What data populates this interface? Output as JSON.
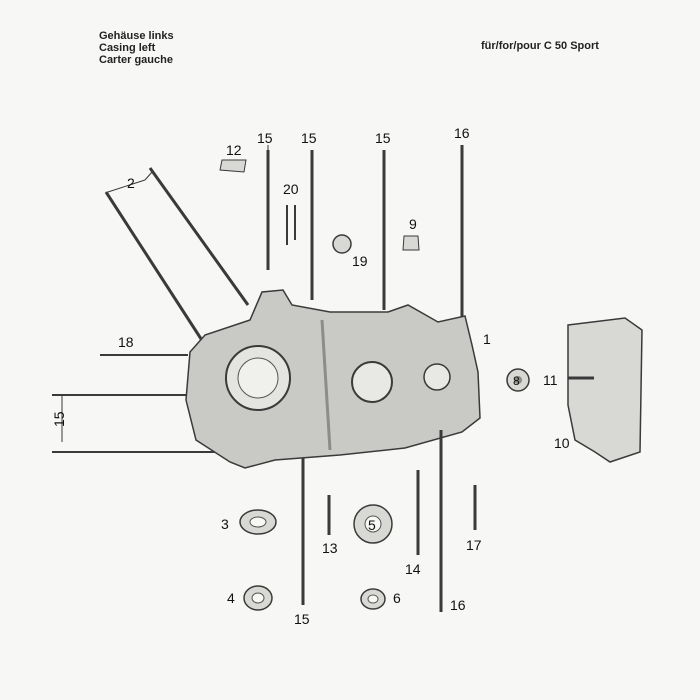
{
  "header": {
    "title_lines": [
      "Gehäuse links",
      "Casing left",
      "Carter gauche"
    ],
    "model": "für/for/pour C 50 Sport"
  },
  "callouts": {
    "c1": "1",
    "c2": "2",
    "c3": "3",
    "c4": "4",
    "c5": "5",
    "c6": "6",
    "c8": "8",
    "c9": "9",
    "c10": "10",
    "c11": "11",
    "c12": "12",
    "c13": "13",
    "c14": "14",
    "c15a": "15",
    "c15b": "15",
    "c15c": "15",
    "c15d": "15",
    "c15e": "15",
    "c16a": "16",
    "c16b": "16",
    "c17": "17",
    "c18": "18",
    "c19": "19",
    "c20": "20"
  },
  "colors": {
    "line": "#3a3a3a",
    "casing_fill": "#c9c9c6",
    "casing_dark": "#8c8c88",
    "part_fill": "#d8d8d4",
    "paper": "#f7f7f5"
  }
}
